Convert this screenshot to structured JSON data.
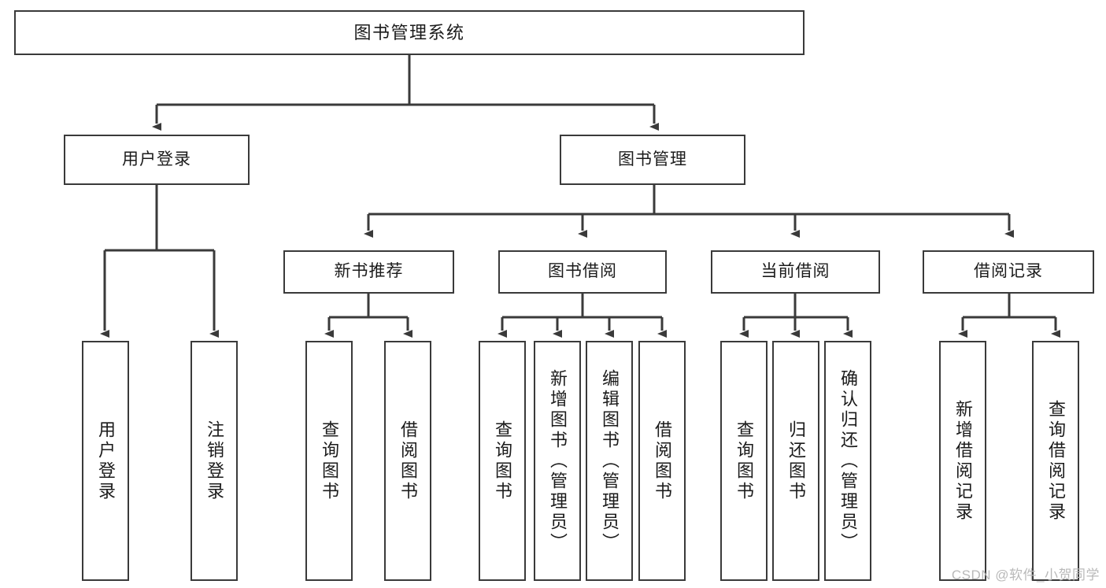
{
  "diagram": {
    "title": "图书管理系统",
    "type": "tree-hierarchy-diagram",
    "root": {
      "id": "root",
      "label": "图书管理系统"
    },
    "level2": [
      {
        "id": "user-login",
        "label": "用户登录"
      },
      {
        "id": "book-manage",
        "label": "图书管理"
      }
    ],
    "level3": [
      {
        "id": "new-book-rec",
        "label": "新书推荐"
      },
      {
        "id": "book-borrow",
        "label": "图书借阅"
      },
      {
        "id": "current-borrow",
        "label": "当前借阅"
      },
      {
        "id": "borrow-record",
        "label": "借阅记录"
      }
    ],
    "leaves": {
      "user_login": [
        {
          "id": "leaf-user-login",
          "label": "用户登录"
        },
        {
          "id": "leaf-user-logout",
          "label": "注销登录"
        }
      ],
      "new_book_rec": [
        {
          "id": "leaf-query-book-1",
          "label": "查询图书"
        },
        {
          "id": "leaf-borrow-book-1",
          "label": "借阅图书"
        }
      ],
      "book_borrow": [
        {
          "id": "leaf-query-book-2",
          "label": "查询图书"
        },
        {
          "id": "leaf-add-book",
          "label": "新增图书（管理员）"
        },
        {
          "id": "leaf-edit-book",
          "label": "编辑图书（管理员）"
        },
        {
          "id": "leaf-borrow-book-2",
          "label": "借阅图书"
        }
      ],
      "current_borrow": [
        {
          "id": "leaf-query-book-3",
          "label": "查询图书"
        },
        {
          "id": "leaf-return-book",
          "label": "归还图书"
        },
        {
          "id": "leaf-confirm-return",
          "label": "确认归还（管理员）"
        }
      ],
      "borrow_record": [
        {
          "id": "leaf-add-record",
          "label": "新增借阅记录"
        },
        {
          "id": "leaf-query-record",
          "label": "查询借阅记录"
        }
      ]
    }
  },
  "watermark": {
    "text": "CSDN @软件_小贺同学"
  },
  "colors": {
    "box_border": "#3a3a3a",
    "box_fill": "#ffffff",
    "edge": "#3a3a3a",
    "text": "#1b1b1b",
    "watermark": "#b9b9b9",
    "page_background": "#ffffff"
  }
}
